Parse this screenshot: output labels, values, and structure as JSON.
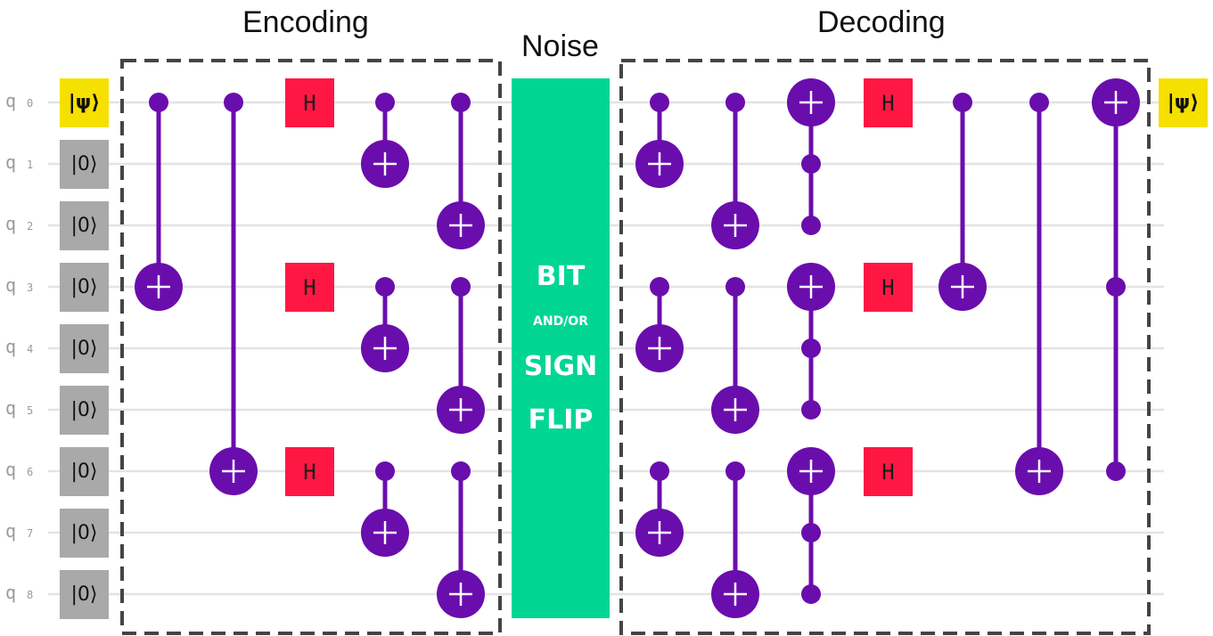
{
  "titles": {
    "encoding": "Encoding",
    "noise": "Noise",
    "decoding": "Decoding"
  },
  "noise_box": {
    "line1": "BIT",
    "line2": "AND/OR",
    "line3": "SIGN",
    "line4": "FLIP",
    "color": "#00d692"
  },
  "qubits": [
    {
      "letter": "q",
      "index": "0",
      "init": "|ψ⟩"
    },
    {
      "letter": "q",
      "index": "1",
      "init": "|0⟩"
    },
    {
      "letter": "q",
      "index": "2",
      "init": "|0⟩"
    },
    {
      "letter": "q",
      "index": "3",
      "init": "|0⟩"
    },
    {
      "letter": "q",
      "index": "4",
      "init": "|0⟩"
    },
    {
      "letter": "q",
      "index": "5",
      "init": "|0⟩"
    },
    {
      "letter": "q",
      "index": "6",
      "init": "|0⟩"
    },
    {
      "letter": "q",
      "index": "7",
      "init": "|0⟩"
    },
    {
      "letter": "q",
      "index": "8",
      "init": "|0⟩"
    }
  ],
  "output_state": "|ψ⟩",
  "gate_label_h": "H",
  "colors": {
    "gate_purple": "#6a0dad",
    "hadamard_red": "#ff1744",
    "psi_yellow": "#f5e000",
    "init_gray": "#a9a9a9",
    "wire_gray": "#e3e3e3",
    "frame_dashed": "#444444"
  },
  "encoding_gates": [
    {
      "type": "cnot",
      "controls": [
        0
      ],
      "target": 3
    },
    {
      "type": "cnot",
      "controls": [
        0
      ],
      "target": 6
    },
    {
      "type": "h",
      "qubits": [
        0,
        3,
        6
      ]
    },
    {
      "type": "cnot_group",
      "pairs": [
        [
          0,
          1
        ],
        [
          3,
          4
        ],
        [
          6,
          7
        ]
      ]
    },
    {
      "type": "cnot_group",
      "pairs": [
        [
          0,
          2
        ],
        [
          3,
          5
        ],
        [
          6,
          8
        ]
      ]
    }
  ],
  "decoding_gates": [
    {
      "type": "cnot_group",
      "pairs": [
        [
          0,
          1
        ],
        [
          3,
          4
        ],
        [
          6,
          7
        ]
      ]
    },
    {
      "type": "cnot_group",
      "pairs": [
        [
          0,
          2
        ],
        [
          3,
          5
        ],
        [
          6,
          8
        ]
      ]
    },
    {
      "type": "toffoli_group",
      "items": [
        {
          "controls": [
            1,
            2
          ],
          "target": 0
        },
        {
          "controls": [
            4,
            5
          ],
          "target": 3
        },
        {
          "controls": [
            7,
            8
          ],
          "target": 6
        }
      ]
    },
    {
      "type": "h",
      "qubits": [
        0,
        3,
        6
      ]
    },
    {
      "type": "cnot",
      "controls": [
        0
      ],
      "target": 3
    },
    {
      "type": "cnot",
      "controls": [
        0
      ],
      "target": 6
    },
    {
      "type": "toffoli",
      "controls": [
        3,
        6
      ],
      "target": 0
    }
  ]
}
